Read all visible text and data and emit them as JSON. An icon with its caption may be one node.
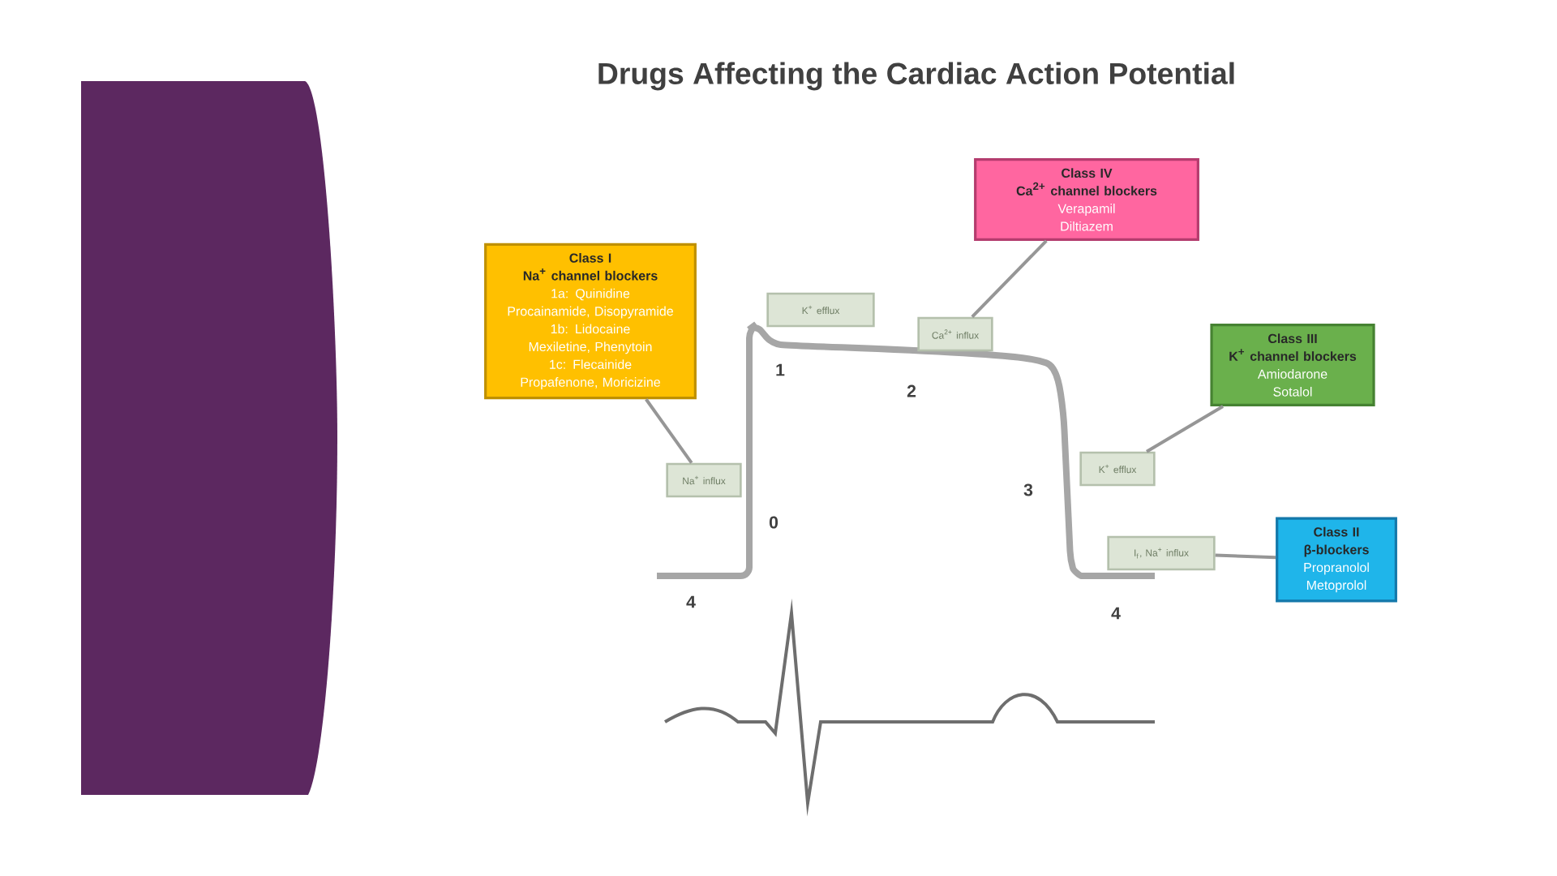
{
  "diagram": {
    "title": "Drugs Affecting the Cardiac Action Potential",
    "nodes": [
      {
        "text": [
          "Class I",
          "Na$^{+}$ channel blockers",
          "1a: Quinidine",
          "Procainamide, Disopyramide",
          "1b: Lidocaine",
          "Mexiletine, Phenytoin",
          "1c: Flecainide",
          "Propafenone, Moricizine"
        ]
      },
      {
        "text": [
          "Class IV",
          "Ca$^{2+}$ channel blockers",
          "Verapamil",
          "Diltiazem"
        ]
      },
      {
        "text": [
          "Class III",
          "K$^{+}$ channel blockers",
          "Amiodarone",
          "Sotalol"
        ]
      },
      {
        "text": [
          "Class II",
          "β-blockers",
          "Propranolol",
          "Metoprolol"
        ]
      },
      {
        "text": [
          "Na$^{+}$ influx"
        ]
      },
      {
        "text": [
          "K$^{+}$ efflux"
        ]
      },
      {
        "text": [
          "Ca$^{2+}$ influx"
        ]
      },
      {
        "text": [
          "K$^{+}$ efflux"
        ]
      },
      {
        "text": [
          "I$_{f}$, Na$^{+}$ influx"
        ]
      }
    ],
    "edges": [
      {
        "from": 0,
        "to": 4,
        "arrow": "none"
      },
      {
        "from": 1,
        "to": 6,
        "arrow": "none"
      },
      {
        "from": 2,
        "to": 7,
        "arrow": "none"
      },
      {
        "from": 3,
        "to": 8,
        "arrow": "none"
      }
    ],
    "labels": [
      "1",
      "2",
      "0",
      "3",
      "4",
      "4"
    ]
  }
}
